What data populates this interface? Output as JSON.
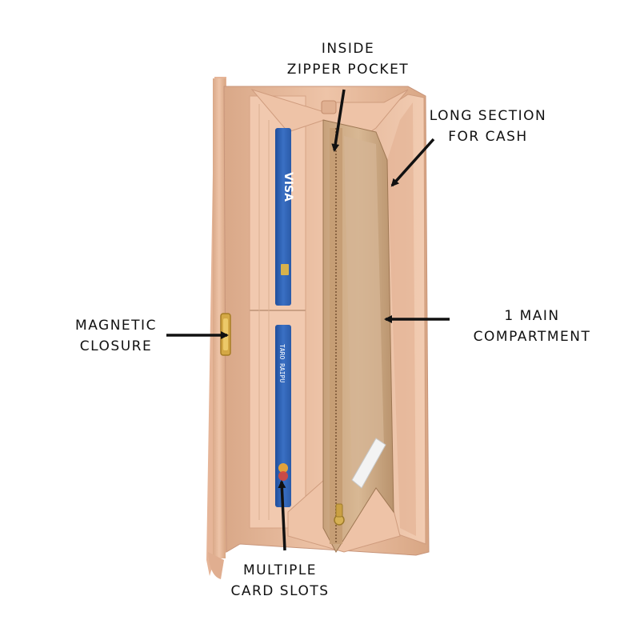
{
  "image": {
    "background": "#ffffff",
    "subject": "open-wallet",
    "wallet_color": "#e7b99b",
    "card_color": "#2f63b7",
    "zipper_color": "#b48a5f"
  },
  "labels": {
    "zipper_pocket": {
      "line1": "INSIDE",
      "line2": "ZIPPER POCKET"
    },
    "cash_section": {
      "line1": "LONG SECTION",
      "line2": "FOR CASH"
    },
    "magnetic_closure": {
      "line1": "MAGNETIC",
      "line2": "CLOSURE"
    },
    "main_compartment": {
      "line1": "1 MAIN",
      "line2": "COMPARTMENT"
    },
    "card_slots": {
      "line1": "MULTIPLE",
      "line2": "CARD SLOTS"
    }
  },
  "cards": {
    "top_card_text": "VISA",
    "bottom_card_text": "TARO RAIPU"
  }
}
